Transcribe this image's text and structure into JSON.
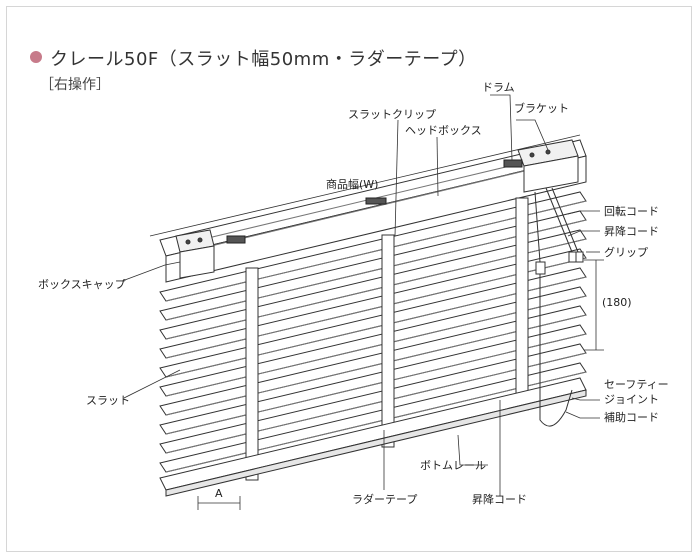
{
  "title": "クレール50F（スラット幅50mm・ラダーテープ）",
  "subtitle": "［右操作］",
  "labels": {
    "drum": "ドラム",
    "bracket": "ブラケット",
    "slat_clip": "スラットクリップ",
    "head_box": "ヘッドボックス",
    "product_width": "商品幅(W)",
    "rotation_cord": "回転コード",
    "lift_cord_right": "昇降コード",
    "grip": "グリップ",
    "dim_180": "(180)",
    "box_cap": "ボックスキャップ",
    "slat": "スラット",
    "safety_joint_line1": "セーフティー",
    "safety_joint_line2": "ジョイント",
    "auxiliary_cord": "補助コード",
    "bottom_rail": "ボトムレール",
    "ladder_tape": "ラダーテープ",
    "lift_cord_bottom": "昇降コード",
    "dim_a": "A"
  },
  "colors": {
    "line": "#333333",
    "accent": "#c77b8a"
  }
}
